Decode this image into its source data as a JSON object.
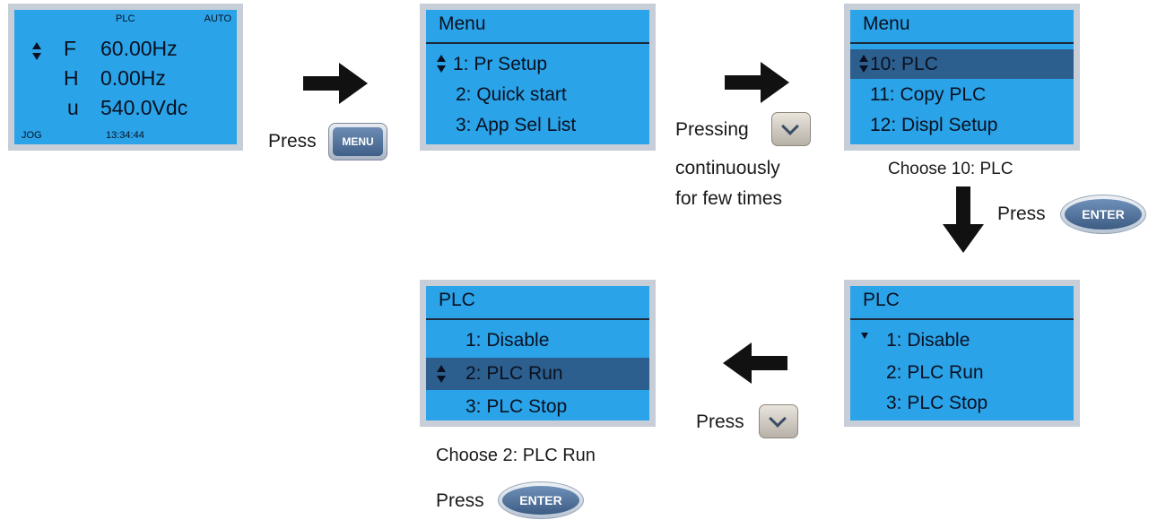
{
  "status_screen": {
    "top_mid": "PLC",
    "top_right": "AUTO",
    "lines": [
      {
        "letter": "F",
        "value": "60.00Hz"
      },
      {
        "letter": "H",
        "value": "0.00Hz"
      },
      {
        "letter": "u",
        "value": "540.0Vdc"
      }
    ],
    "bottom_left": "JOG",
    "bottom_mid": "13:34:44"
  },
  "menu_screen_1": {
    "title": "Menu",
    "items": [
      "1: Pr Setup",
      "2: Quick start",
      "3: App Sel List"
    ]
  },
  "menu_screen_2": {
    "title": "Menu",
    "items": [
      "10: PLC",
      "11: Copy PLC",
      "12: Displ Setup"
    ]
  },
  "plc_screen_right": {
    "title": "PLC",
    "items": [
      "1: Disable",
      "2: PLC Run",
      "3: PLC Stop"
    ]
  },
  "plc_screen_left": {
    "title": "PLC",
    "items": [
      "1: Disable",
      "2: PLC Run",
      "3: PLC Stop"
    ]
  },
  "labels": {
    "press_menu": "Press",
    "pressing": "Pressing",
    "continuously": "continuously",
    "few_times": "for few times",
    "choose_10": "Choose 10: PLC",
    "press_enter_1": "Press",
    "press_down": "Press",
    "choose_2": "Choose 2: PLC Run",
    "press_enter_2": "Press"
  },
  "buttons": {
    "menu": "MENU",
    "enter": "ENTER"
  },
  "colors": {
    "lcd_blue": "#2aa3e8",
    "lcd_highlight": "#2d5f8e",
    "arrow": "#111111"
  }
}
